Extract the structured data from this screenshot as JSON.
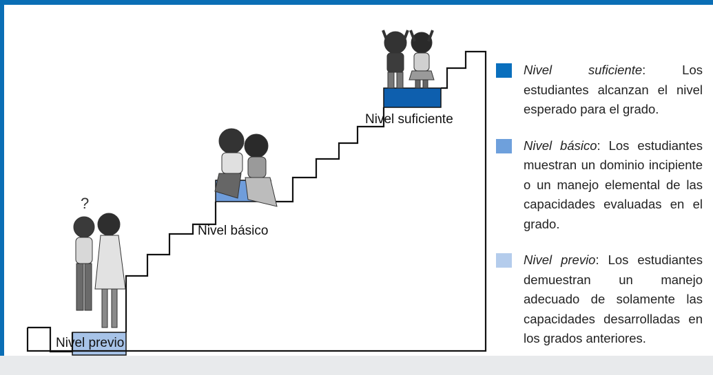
{
  "levels": [
    {
      "label": "Nivel previo",
      "color": "#a7c3e8"
    },
    {
      "label": "Nivel básico",
      "color": "#6f9ddb"
    },
    {
      "label": "Nivel suficiente",
      "color": "#0e5fae"
    }
  ],
  "legend": [
    {
      "name": "Nivel suficiente",
      "description": ": Los estudiantes alcanzan el nivel esperado para el grado.",
      "color": "#0a6fbd"
    },
    {
      "name": "Nivel básico",
      "description": ": Los estudiantes muestran un dominio incipiente o un manejo elemental de las capacidades evaluadas en el grado.",
      "color": "#6ea0dc"
    },
    {
      "name": "Nivel previo",
      "description": ": Los estudiantes demuestran un manejo adecuado de solamente las capacidades desarrolladas en los grados anteriores.",
      "color": "#b4ccec"
    }
  ],
  "colors": {
    "frame": "#0a6eb5",
    "line": "#111111"
  }
}
